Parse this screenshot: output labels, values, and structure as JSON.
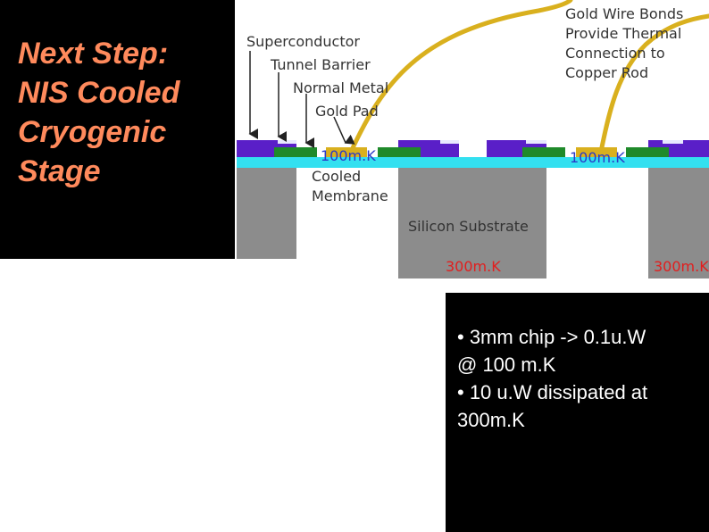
{
  "title": {
    "lines": [
      "Next Step:",
      "NIS Cooled",
      "Cryogenic",
      "Stage"
    ],
    "color": "#ff8a5c"
  },
  "diagram": {
    "labels": {
      "superconductor": "Superconductor",
      "tunnel_barrier": "Tunnel Barrier",
      "normal_metal": "Normal Metal",
      "gold_pad": "Gold Pad",
      "gold_wire_bonds_1": "Gold Wire Bonds",
      "gold_wire_bonds_2": "Provide Thermal",
      "gold_wire_bonds_3": "Connection to",
      "gold_wire_bonds_4": "Copper Rod",
      "cooled_membrane_1": "Cooled",
      "cooled_membrane_2": "Membrane",
      "silicon_substrate": "Silicon Substrate"
    },
    "temperatures": {
      "membrane_left": "100m.K",
      "membrane_right": "100m.K",
      "substrate_center": "300m.K",
      "substrate_right": "300m.K"
    },
    "colors": {
      "superconductor": "#5a1fc8",
      "normal_metal": "#1f8a2a",
      "gold": "#d9b01e",
      "membrane": "#33e0f0",
      "substrate": "#8c8c8c",
      "cold_temp": "#2a39c8",
      "warm_temp": "#e21e1e"
    }
  },
  "notes": {
    "lines": [
      "• 3mm chip -> 0.1u.W",
      "@ 100 m.K",
      "• 10 u.W dissipated at",
      "300m.K"
    ]
  }
}
